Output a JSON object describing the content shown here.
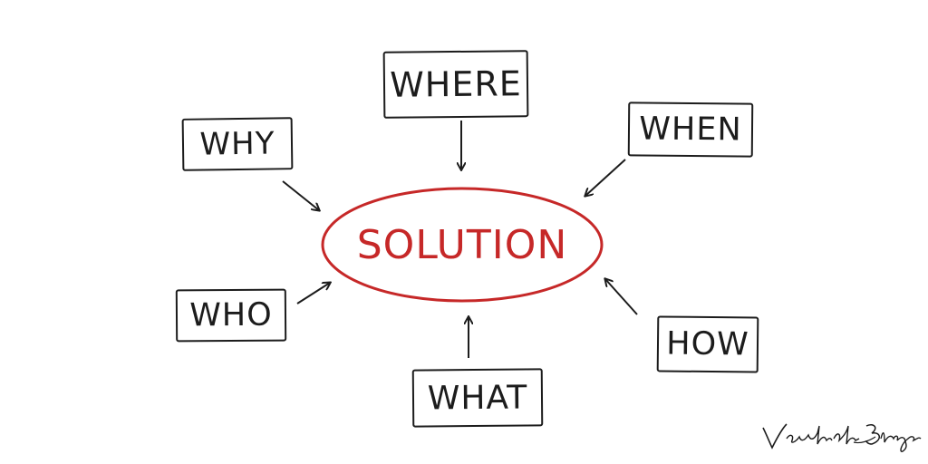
{
  "diagram": {
    "center": {
      "label": "SOLUTION"
    },
    "nodes": {
      "where": "WHERE",
      "why": "WHY",
      "when": "WHEN",
      "who": "WHO",
      "how": "HOW",
      "what": "WHAT"
    },
    "signature": "Vanhishikha Bhargava"
  },
  "colors": {
    "ink": "#1c1c1c",
    "accent": "#c62828",
    "background": "#ffffff"
  }
}
